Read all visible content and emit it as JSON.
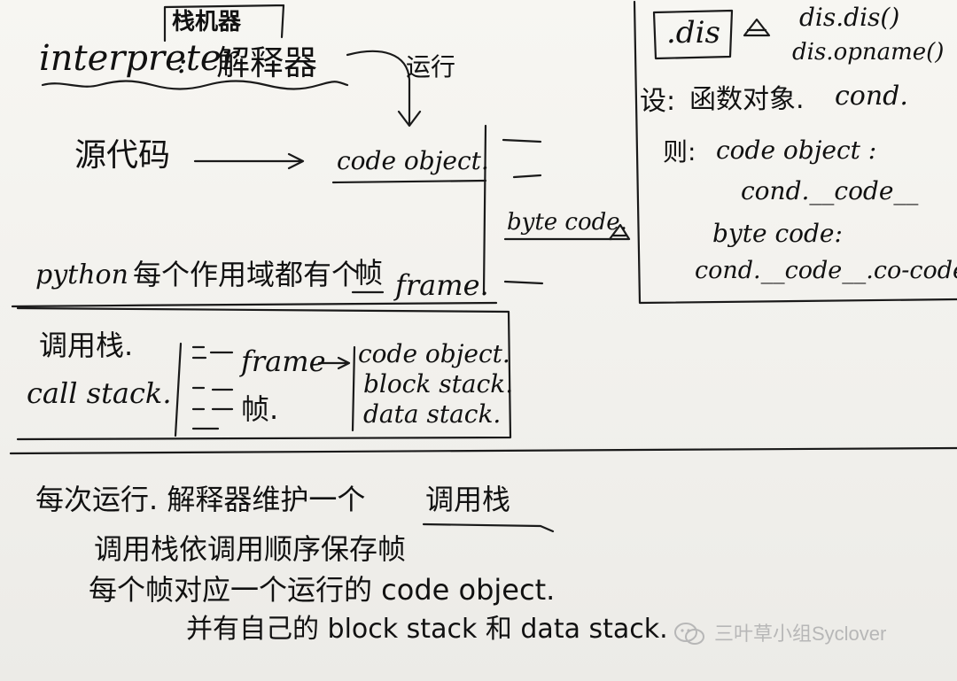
{
  "top_left": {
    "interpreter": "interpreter",
    "boxed_label": "栈机器",
    "colon": ":",
    "interpreter_cn": "解释器",
    "run": "运行"
  },
  "flow": {
    "source_code": "源代码",
    "code_object": "code object.",
    "byte_code": "byte code."
  },
  "frame_line": {
    "python_prefix": "python",
    "scope_text": "每个作用域都有个",
    "zhen": "帧",
    "frame": "frame."
  },
  "call_stack_box": {
    "label_cn": "调用栈.",
    "label_en": "call stack.",
    "frame": "frame",
    "zhen": "帧.",
    "code_object": "code object.",
    "block_stack": "block stack.",
    "data_stack": "data stack."
  },
  "dis_box": {
    "dis_label": ".dis",
    "dis_dis": "dis.dis()",
    "dis_opname": "dis.opname()",
    "set_prefix": "设:",
    "func_object": "函数对象.",
    "cond": "cond.",
    "then_prefix": "则:",
    "code_object": "code object :",
    "cond_code": "cond.__code__",
    "byte_code": "byte code:",
    "cond_co_code": "cond.__code__.co-code"
  },
  "summary": {
    "line1_a": "每次运行. 解释器维护一个",
    "line1_b": "调用栈",
    "line2": "调用栈依调用顺序保存帧",
    "line3": "每个帧对应一个运行的 code object.",
    "line4": "并有自己的 block stack 和 data stack."
  },
  "watermark": {
    "icon": "wechat-icon",
    "text": "三叶草小组Syclover"
  }
}
